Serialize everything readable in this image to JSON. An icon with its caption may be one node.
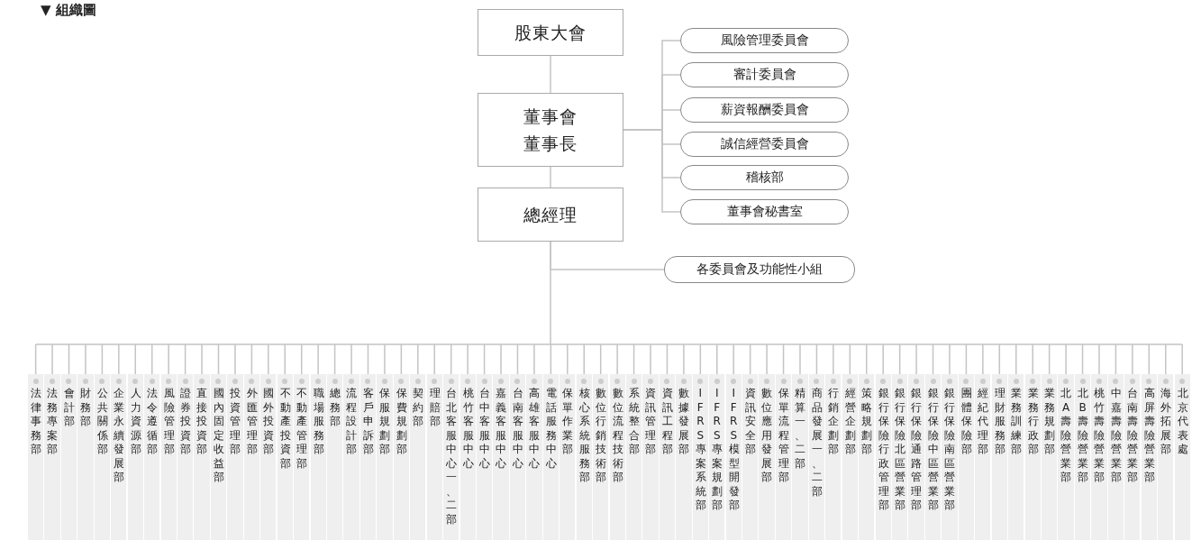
{
  "diagram": {
    "title": "▼ 組織圖",
    "nodes": [
      {
        "text": [
          "股東大會"
        ]
      },
      {
        "text": [
          "董事會",
          "董事長"
        ]
      },
      {
        "text": [
          "風險管理委員會"
        ]
      },
      {
        "text": [
          "審計委員會"
        ]
      },
      {
        "text": [
          "薪資報酬委員會"
        ]
      },
      {
        "text": [
          "誠信經營委員會"
        ]
      },
      {
        "text": [
          "稽核部"
        ]
      },
      {
        "text": [
          "董事會秘書室"
        ]
      },
      {
        "text": [
          "總經理"
        ]
      },
      {
        "text": [
          "各委員會及功能性小組"
        ]
      },
      {
        "text": [
          "法律事務部"
        ]
      },
      {
        "text": [
          "法務專案部"
        ]
      },
      {
        "text": [
          "會計部"
        ]
      },
      {
        "text": [
          "財務部"
        ]
      },
      {
        "text": [
          "公共關係部"
        ]
      },
      {
        "text": [
          "企業永續發展部"
        ]
      },
      {
        "text": [
          "人力資源部"
        ]
      },
      {
        "text": [
          "法令遵循部"
        ]
      },
      {
        "text": [
          "風險管理部"
        ]
      },
      {
        "text": [
          "證券投資部"
        ]
      },
      {
        "text": [
          "直接投資部"
        ]
      },
      {
        "text": [
          "國內固定收益部"
        ]
      },
      {
        "text": [
          "投資管理部"
        ]
      },
      {
        "text": [
          "外匯管理部"
        ]
      },
      {
        "text": [
          "國外投資部"
        ]
      },
      {
        "text": [
          "不動產投資部"
        ]
      },
      {
        "text": [
          "不動產管理部"
        ]
      },
      {
        "text": [
          "職場服務部"
        ]
      },
      {
        "text": [
          "總務部"
        ]
      },
      {
        "text": [
          "流程設計部"
        ]
      },
      {
        "text": [
          "客戶申訴部"
        ]
      },
      {
        "text": [
          "保服規劃部"
        ]
      },
      {
        "text": [
          "保費規劃部"
        ]
      },
      {
        "text": [
          "契約部"
        ]
      },
      {
        "text": [
          "理賠部"
        ]
      },
      {
        "text": [
          "台北客服中心一、二部"
        ]
      },
      {
        "text": [
          "桃竹客服中心"
        ]
      },
      {
        "text": [
          "台中客服中心"
        ]
      },
      {
        "text": [
          "嘉義客服中心"
        ]
      },
      {
        "text": [
          "台南客服中心"
        ]
      },
      {
        "text": [
          "高雄客服中心"
        ]
      },
      {
        "text": [
          "電話服務中心"
        ]
      },
      {
        "text": [
          "保單作業部"
        ]
      },
      {
        "text": [
          "核心系統服務部"
        ]
      },
      {
        "text": [
          "數位行銷技術部"
        ]
      },
      {
        "text": [
          "數位流程技術部"
        ]
      },
      {
        "text": [
          "系統整合部"
        ]
      },
      {
        "text": [
          "資訊管理部"
        ]
      },
      {
        "text": [
          "資訊工程部"
        ]
      },
      {
        "text": [
          "數據發展部"
        ]
      },
      {
        "text": [
          "IFRS專案系統部"
        ]
      },
      {
        "text": [
          "IFRS專案規劃部"
        ]
      },
      {
        "text": [
          "IFRS模型開發部"
        ]
      },
      {
        "text": [
          "資訊安全部"
        ]
      },
      {
        "text": [
          "數位應用發展部"
        ]
      },
      {
        "text": [
          "保單流程管理部"
        ]
      },
      {
        "text": [
          "精算一、二部"
        ]
      },
      {
        "text": [
          "商品發展一、二部"
        ]
      },
      {
        "text": [
          "行銷企劃部"
        ]
      },
      {
        "text": [
          "經營企劃部"
        ]
      },
      {
        "text": [
          "策略規劃部"
        ]
      },
      {
        "text": [
          "銀行保險行政管理部"
        ]
      },
      {
        "text": [
          "銀行保險北區營業部"
        ]
      },
      {
        "text": [
          "銀行保險通路管理部"
        ]
      },
      {
        "text": [
          "銀行保險中區營業部"
        ]
      },
      {
        "text": [
          "銀行保險南區營業部"
        ]
      },
      {
        "text": [
          "團體保險部"
        ]
      },
      {
        "text": [
          "經紀代理部"
        ]
      },
      {
        "text": [
          "理財服務部"
        ]
      },
      {
        "text": [
          "業務訓練部"
        ]
      },
      {
        "text": [
          "業務行政部"
        ]
      },
      {
        "text": [
          "業務規劃部"
        ]
      },
      {
        "text": [
          "北A壽險營業部"
        ]
      },
      {
        "text": [
          "北B壽險營業部"
        ]
      },
      {
        "text": [
          "桃竹壽險營業部"
        ]
      },
      {
        "text": [
          "中嘉壽險營業部"
        ]
      },
      {
        "text": [
          "台南壽險營業部"
        ]
      },
      {
        "text": [
          "高屏壽險營業部"
        ]
      },
      {
        "text": [
          "海外拓展部"
        ]
      },
      {
        "text": [
          "北京代表處"
        ]
      }
    ],
    "edges": [
      {
        "from": 0,
        "to": 1,
        "arrow": "none"
      },
      {
        "from": 1,
        "to": 2,
        "arrow": "none"
      },
      {
        "from": 1,
        "to": 3,
        "arrow": "none"
      },
      {
        "from": 1,
        "to": 4,
        "arrow": "none"
      },
      {
        "from": 1,
        "to": 5,
        "arrow": "none"
      },
      {
        "from": 1,
        "to": 6,
        "arrow": "none"
      },
      {
        "from": 1,
        "to": 7,
        "arrow": "none"
      },
      {
        "from": 1,
        "to": 8,
        "arrow": "none"
      },
      {
        "from": 8,
        "to": 9,
        "arrow": "none"
      },
      {
        "from": 8,
        "to": 10,
        "arrow": "none"
      },
      {
        "from": 8,
        "to": 11,
        "arrow": "none"
      },
      {
        "from": 8,
        "to": 12,
        "arrow": "none"
      },
      {
        "from": 8,
        "to": 13,
        "arrow": "none"
      },
      {
        "from": 8,
        "to": 14,
        "arrow": "none"
      },
      {
        "from": 8,
        "to": 15,
        "arrow": "none"
      },
      {
        "from": 8,
        "to": 16,
        "arrow": "none"
      },
      {
        "from": 8,
        "to": 17,
        "arrow": "none"
      },
      {
        "from": 8,
        "to": 18,
        "arrow": "none"
      },
      {
        "from": 8,
        "to": 19,
        "arrow": "none"
      },
      {
        "from": 8,
        "to": 20,
        "arrow": "none"
      },
      {
        "from": 8,
        "to": 21,
        "arrow": "none"
      },
      {
        "from": 8,
        "to": 22,
        "arrow": "none"
      },
      {
        "from": 8,
        "to": 23,
        "arrow": "none"
      },
      {
        "from": 8,
        "to": 24,
        "arrow": "none"
      },
      {
        "from": 8,
        "to": 25,
        "arrow": "none"
      },
      {
        "from": 8,
        "to": 26,
        "arrow": "none"
      },
      {
        "from": 8,
        "to": 27,
        "arrow": "none"
      },
      {
        "from": 8,
        "to": 28,
        "arrow": "none"
      },
      {
        "from": 8,
        "to": 29,
        "arrow": "none"
      },
      {
        "from": 8,
        "to": 30,
        "arrow": "none"
      },
      {
        "from": 8,
        "to": 31,
        "arrow": "none"
      },
      {
        "from": 8,
        "to": 32,
        "arrow": "none"
      },
      {
        "from": 8,
        "to": 33,
        "arrow": "none"
      },
      {
        "from": 8,
        "to": 34,
        "arrow": "none"
      },
      {
        "from": 8,
        "to": 35,
        "arrow": "none"
      },
      {
        "from": 8,
        "to": 36,
        "arrow": "none"
      },
      {
        "from": 8,
        "to": 37,
        "arrow": "none"
      },
      {
        "from": 8,
        "to": 38,
        "arrow": "none"
      },
      {
        "from": 8,
        "to": 39,
        "arrow": "none"
      },
      {
        "from": 8,
        "to": 40,
        "arrow": "none"
      },
      {
        "from": 8,
        "to": 41,
        "arrow": "none"
      },
      {
        "from": 8,
        "to": 42,
        "arrow": "none"
      },
      {
        "from": 8,
        "to": 43,
        "arrow": "none"
      },
      {
        "from": 8,
        "to": 44,
        "arrow": "none"
      },
      {
        "from": 8,
        "to": 45,
        "arrow": "none"
      },
      {
        "from": 8,
        "to": 46,
        "arrow": "none"
      },
      {
        "from": 8,
        "to": 47,
        "arrow": "none"
      },
      {
        "from": 8,
        "to": 48,
        "arrow": "none"
      },
      {
        "from": 8,
        "to": 49,
        "arrow": "none"
      },
      {
        "from": 8,
        "to": 50,
        "arrow": "none"
      },
      {
        "from": 8,
        "to": 51,
        "arrow": "none"
      },
      {
        "from": 8,
        "to": 52,
        "arrow": "none"
      },
      {
        "from": 8,
        "to": 53,
        "arrow": "none"
      },
      {
        "from": 8,
        "to": 54,
        "arrow": "none"
      },
      {
        "from": 8,
        "to": 55,
        "arrow": "none"
      },
      {
        "from": 8,
        "to": 56,
        "arrow": "none"
      },
      {
        "from": 8,
        "to": 57,
        "arrow": "none"
      },
      {
        "from": 8,
        "to": 58,
        "arrow": "none"
      },
      {
        "from": 8,
        "to": 59,
        "arrow": "none"
      },
      {
        "from": 8,
        "to": 60,
        "arrow": "none"
      },
      {
        "from": 8,
        "to": 61,
        "arrow": "none"
      },
      {
        "from": 8,
        "to": 62,
        "arrow": "none"
      },
      {
        "from": 8,
        "to": 63,
        "arrow": "none"
      },
      {
        "from": 8,
        "to": 64,
        "arrow": "none"
      },
      {
        "from": 8,
        "to": 65,
        "arrow": "none"
      },
      {
        "from": 8,
        "to": 66,
        "arrow": "none"
      },
      {
        "from": 8,
        "to": 67,
        "arrow": "none"
      },
      {
        "from": 8,
        "to": 68,
        "arrow": "none"
      },
      {
        "from": 8,
        "to": 69,
        "arrow": "none"
      },
      {
        "from": 8,
        "to": 70,
        "arrow": "none"
      },
      {
        "from": 8,
        "to": 71,
        "arrow": "none"
      },
      {
        "from": 8,
        "to": 72,
        "arrow": "none"
      },
      {
        "from": 8,
        "to": 73,
        "arrow": "none"
      },
      {
        "from": 8,
        "to": 74,
        "arrow": "none"
      },
      {
        "from": 8,
        "to": 75,
        "arrow": "none"
      },
      {
        "from": 8,
        "to": 76,
        "arrow": "none"
      },
      {
        "from": 8,
        "to": 77,
        "arrow": "none"
      },
      {
        "from": 8,
        "to": 78,
        "arrow": "none"
      },
      {
        "from": 8,
        "to": 79,
        "arrow": "none"
      }
    ]
  }
}
